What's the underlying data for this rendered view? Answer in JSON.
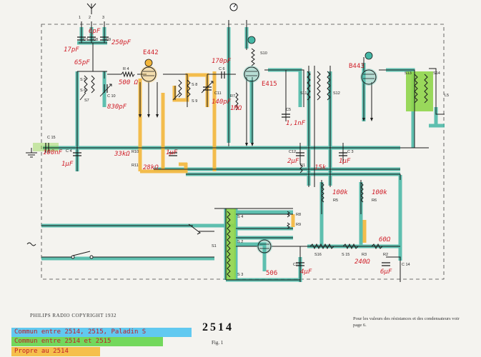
{
  "diagram": {
    "model": "2514",
    "figure": "Fig. 1",
    "copyright": "PHILIPS RADIO COPYRIGHT 1932",
    "note": "Pour les valeurs des résistances et des condensateurs voir page 6.",
    "colors": {
      "common_all": "#45b7a5",
      "common_2514_2515": "#8fd54a",
      "specific": "#f3b63a",
      "wire": "#1b1b1b"
    },
    "legend": [
      {
        "label": "Commun entre 2514, 2515, Paladin S",
        "color": "#61c9f0"
      },
      {
        "label": "Commun entre 2514 et 2515",
        "color": "#73d85c"
      },
      {
        "label": "Propre au 2514",
        "color": "#f5c04c"
      }
    ],
    "tubes": [
      "E442",
      "E415",
      "B443",
      "506"
    ],
    "values": {
      "c17": "17pF",
      "c6a": "6pF",
      "c250": "250pF",
      "c65": "65pF",
      "c830": "830pF",
      "r500": "500 Ω",
      "c170": "170pF",
      "c140": "140pF",
      "r1m": "1MΩ",
      "c11": "1,1nF",
      "c100": "100nF",
      "c4": "1µF",
      "r33": "33kΩ",
      "c1u": "1µF",
      "r28": "28kΩ",
      "c2u": "2µF",
      "c1b": "1µF",
      "r15": "15k",
      "r100a": "100k",
      "r100b": "100k",
      "r60": "60Ω",
      "r240": "240Ω",
      "c4u": "4µF",
      "c6u": "6µF"
    },
    "refs": {
      "s5": "S 5",
      "s6": "S 6",
      "s7": "S7",
      "c10": "C 10",
      "r4": "R 4",
      "c7": "C7",
      "c8": "C8",
      "c9": "C9",
      "s8": "S 8",
      "s9": "S 9",
      "c11": "C11",
      "s10": "S10",
      "c6": "C 6",
      "r7": "R7",
      "c5": "C5",
      "s11": "S11",
      "s12": "S12",
      "s13": "S13",
      "s14": "S14",
      "l5": "L5",
      "c15": "C 15",
      "c4": "C 4",
      "r10": "R10",
      "r11": "R11",
      "c12": "C12",
      "c3": "C 3",
      "r1": "R1",
      "r5": "R5",
      "r6": "R6",
      "s4": "S 4",
      "r8": "R8",
      "r9": "R9",
      "s1": "S1",
      "s2": "S 2",
      "s3": "S 3",
      "s16": "S16",
      "s15": "S 15",
      "r3": "R3",
      "r2": "R2",
      "c13": "C13",
      "c14": "C 14"
    },
    "terminals": [
      "1",
      "2",
      "3"
    ]
  }
}
